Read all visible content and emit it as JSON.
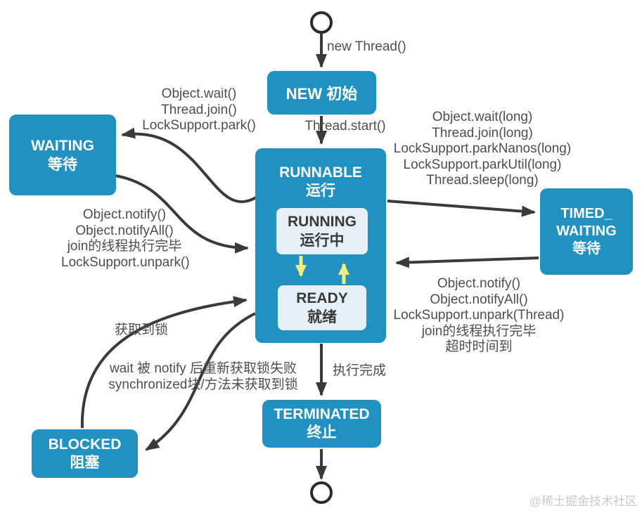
{
  "diagram": {
    "type": "state-diagram",
    "subject": "Java thread lifecycle states",
    "colors": {
      "state_box": "#2191c1",
      "inner_box": "#e6f0f6",
      "arrow": "#3a3a3a",
      "yellow_arrow": "#f1ee7d",
      "label_text": "#4d4d4d",
      "watermark_text": "#c9c9c9"
    },
    "nodes": {
      "start": "",
      "new": "NEW 初始",
      "runnable": "RUNNABLE\n运行",
      "running": "RUNNING\n运行中",
      "ready": "READY\n就绪",
      "waiting": "WAITING\n等待",
      "timed_waiting": "TIMED_\nWAITING\n等待",
      "blocked": "BLOCKED\n阻塞",
      "terminated": "TERMINATED\n终止",
      "end": ""
    },
    "edge_labels": {
      "start_to_new": "new Thread()",
      "new_to_runnable": "Thread.start()",
      "runnable_to_waiting": "Object.wait()\nThread.join()\nLockSupport.park()",
      "waiting_to_runnable": "Object.notify()\nObject.notifyAll()\njoin的线程执行完毕\nLockSupport.unpark()",
      "runnable_to_timed_waiting": "Object.wait(long)\nThread.join(long)\nLockSupport.parkNanos(long)\nLockSupport.parkUtil(long)\nThread.sleep(long)",
      "timed_waiting_to_runnable": "Object.notify()\nObject.notifyAll()\nLockSupport.unpark(Thread)\njoin的线程执行完毕\n超时时间到",
      "blocked_to_runnable": "获取到锁",
      "runnable_to_blocked": "wait 被 notify 后重新获取锁失败\nsynchronized块/方法未获取到锁",
      "runnable_to_terminated": "执行完成"
    },
    "watermark": "@稀土掘金技术社区"
  }
}
